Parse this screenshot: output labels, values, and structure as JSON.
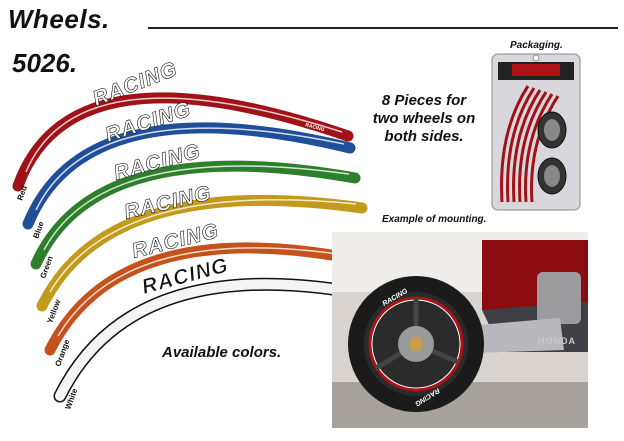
{
  "page": {
    "title": "Wheels.",
    "model": "5026.",
    "info": "8 Pieces for two wheels on both sides.",
    "packaging_caption": "Packaging.",
    "mounting_caption": "Example of mounting.",
    "colors_caption": "Available colors."
  },
  "stripes": [
    {
      "label": "Red",
      "color": "#a01218",
      "text": "RACING"
    },
    {
      "label": "Blue",
      "color": "#1f4f99",
      "text": "RACING"
    },
    {
      "label": "Green",
      "color": "#2e7f2c",
      "text": "RACING"
    },
    {
      "label": "Yellow",
      "color": "#c39a1c",
      "text": "RACING"
    },
    {
      "label": "Orange",
      "color": "#c5511b",
      "text": "RACING"
    },
    {
      "label": "White",
      "color": "#f4f4f4",
      "text": "RACING"
    }
  ],
  "photo": {
    "stripe_text": "RACING",
    "brand": "HONDA"
  }
}
